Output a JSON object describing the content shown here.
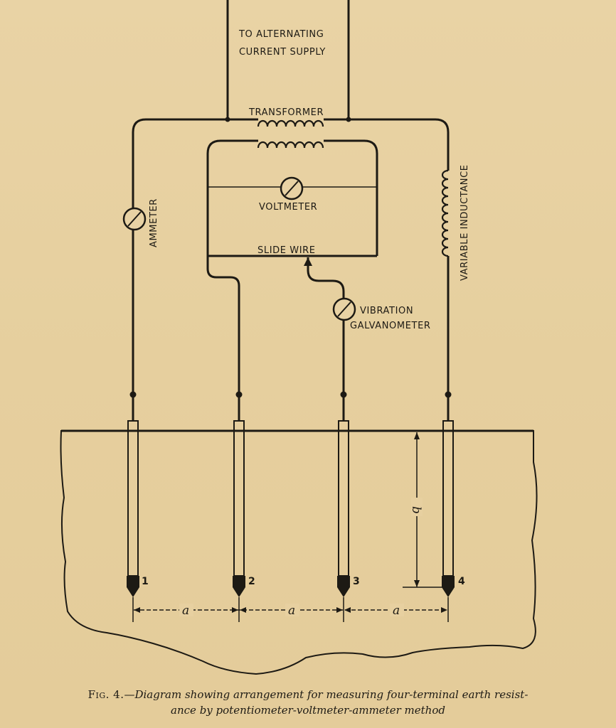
{
  "diagram": {
    "supply_label_line1": "TO ALTERNATING",
    "supply_label_line2": "CURRENT SUPPLY",
    "transformer_label": "TRANSFORMER",
    "voltmeter_label": "VOLTMETER",
    "slide_wire_label": "SLIDE WIRE",
    "ammeter_label": "AMMETER",
    "variable_inductance_label": "VARIABLE INDUCTANCE",
    "galvanometer_label_line1": "VIBRATION",
    "galvanometer_label_line2": "GALVANOMETER",
    "electrodes": [
      "1",
      "2",
      "3",
      "4"
    ],
    "spacing_label": "a",
    "depth_label": "b"
  },
  "caption": {
    "figure_number": "Fig. 4.",
    "text_line1": "—Diagram showing arrangement for measuring four-terminal earth resist-",
    "text_line2": "ance by potentiometer-voltmeter-ammeter method"
  }
}
